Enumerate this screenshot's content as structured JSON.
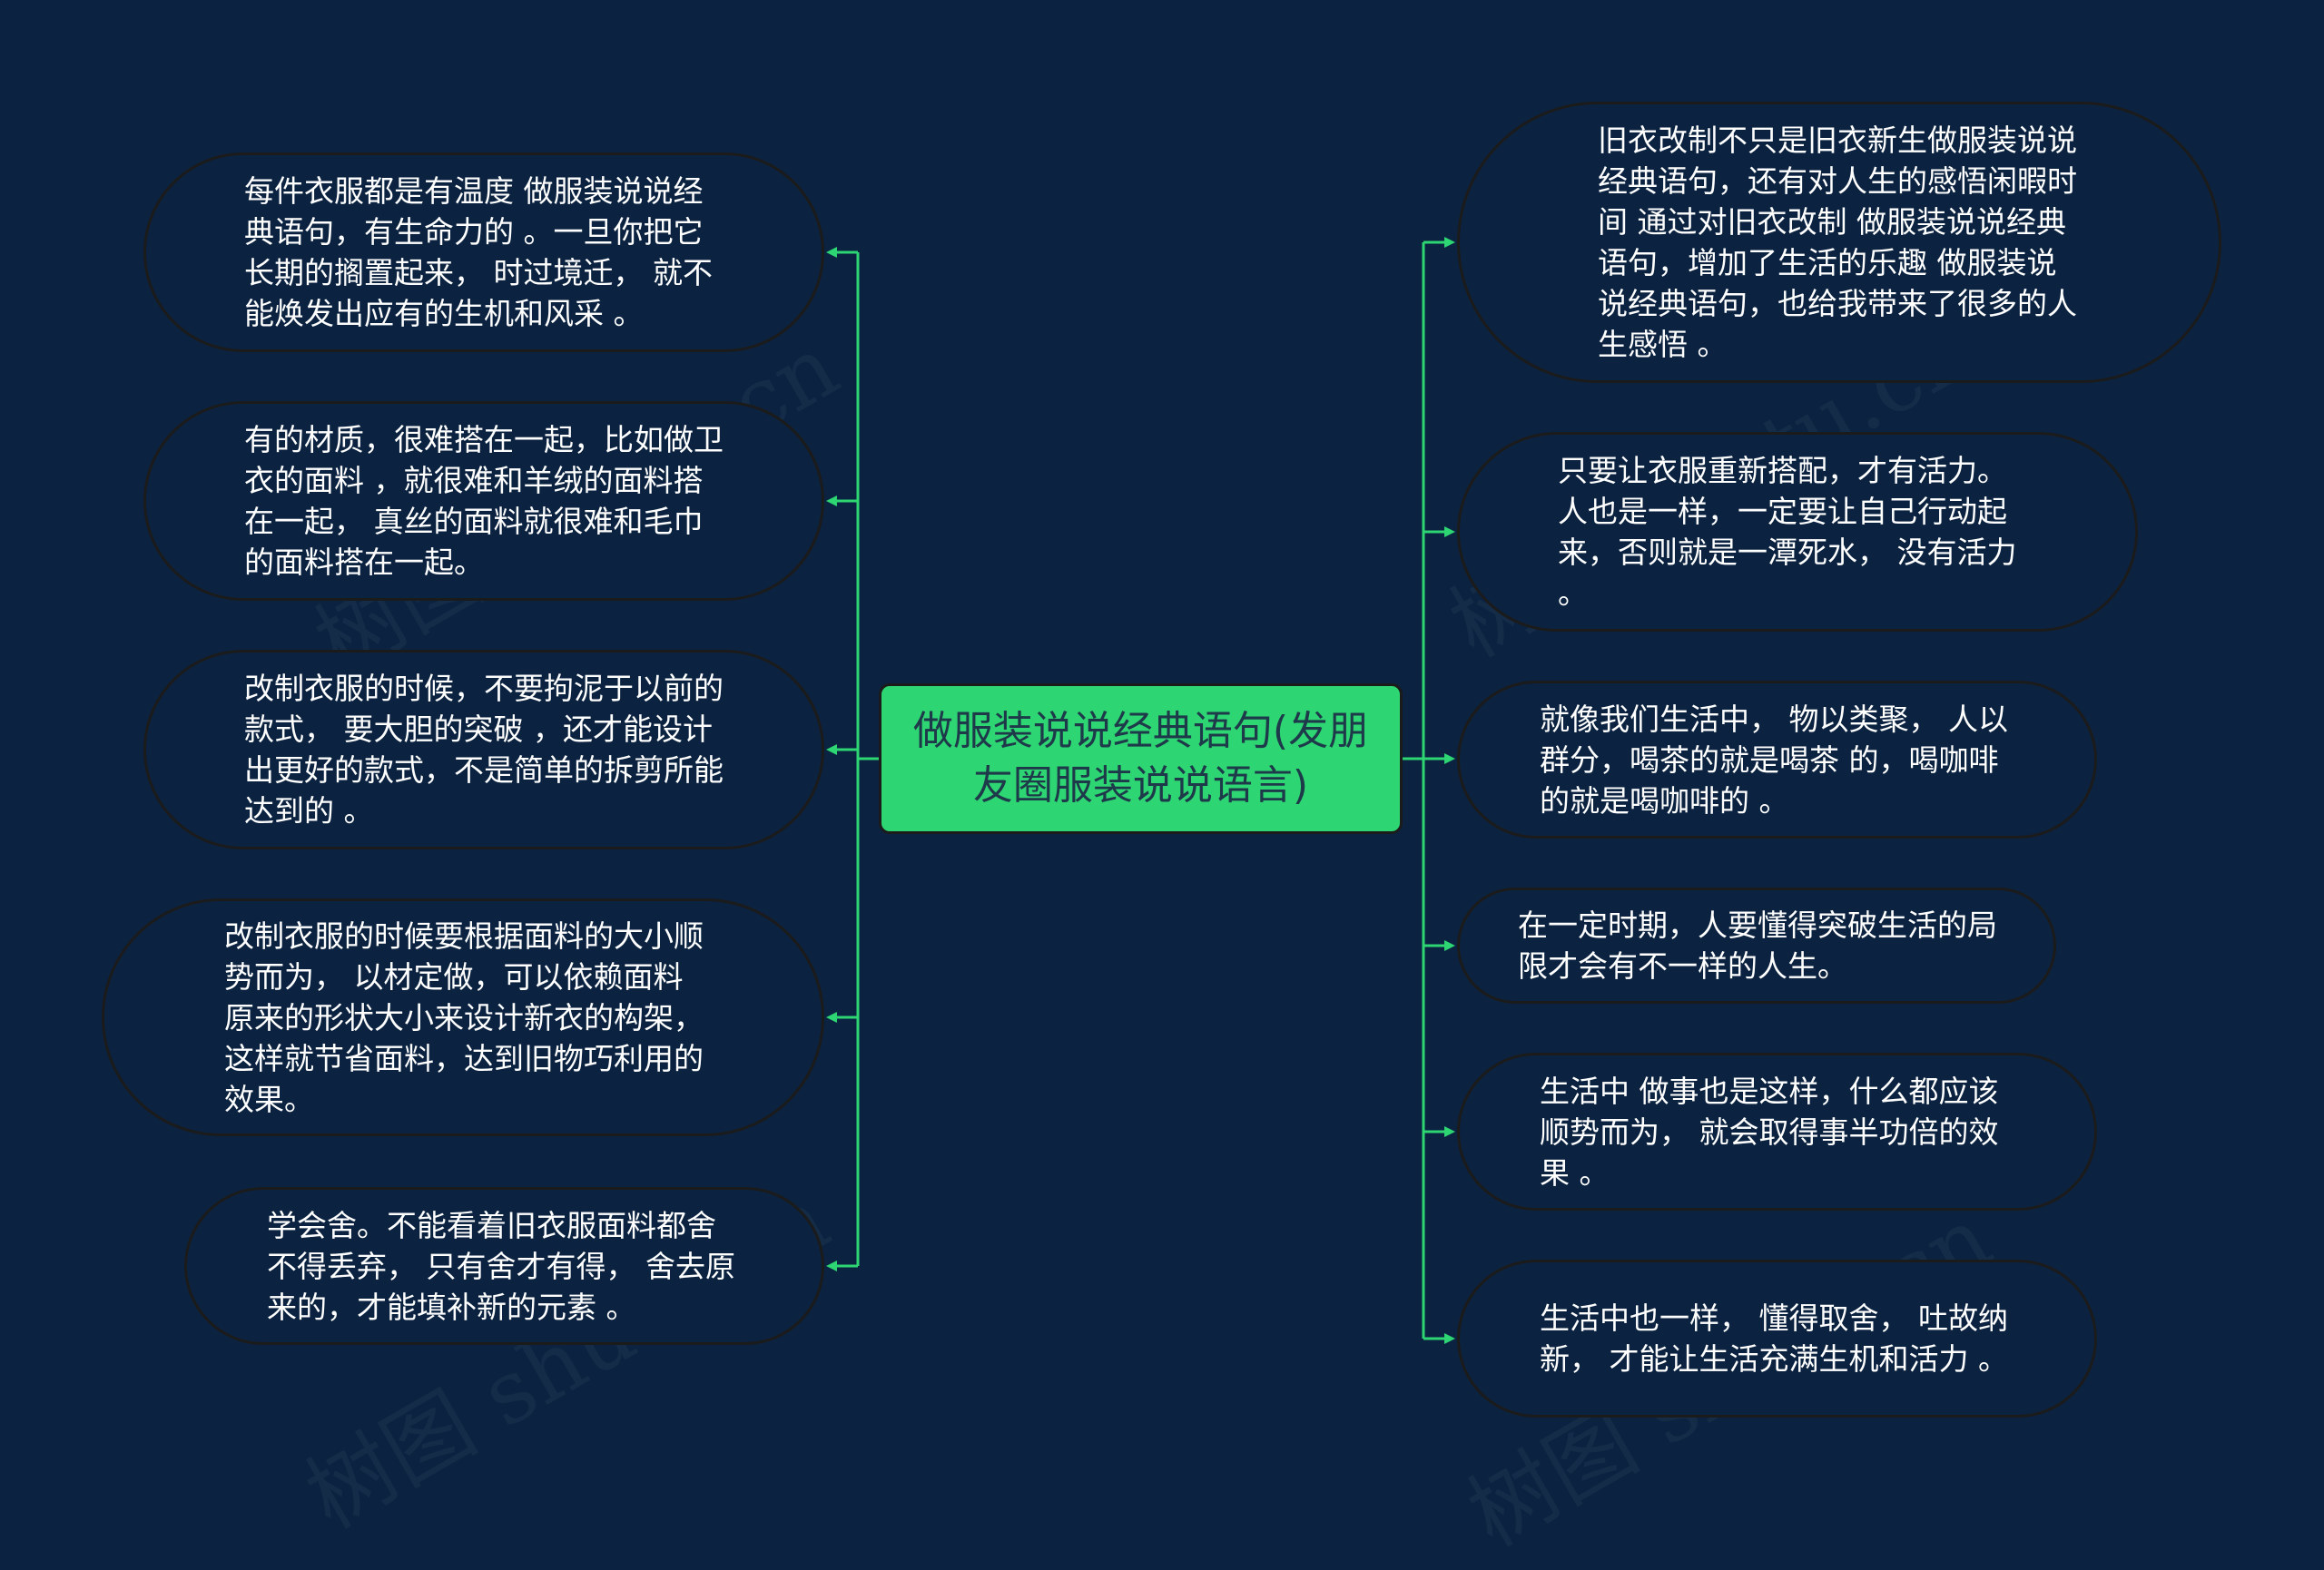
{
  "root": {
    "label": "做服装说说经典语句(发朋友圈服装说说语言)"
  },
  "left_nodes": [
    {
      "text": "每件衣服都是有温度 做服装说说经典语句，有生命力的 。一旦你把它长期的搁置起来， 时过境迁， 就不能焕发出应有的生机和风采 。"
    },
    {
      "text": "有的材质，很难搭在一起，比如做卫衣的面料 ，就很难和羊绒的面料搭在一起， 真丝的面料就很难和毛巾的面料搭在一起。"
    },
    {
      "text": "改制衣服的时候，不要拘泥于以前的款式， 要大胆的突破 ，还才能设计出更好的款式，不是简单的拆剪所能达到的 。"
    },
    {
      "text": "改制衣服的时候要根据面料的大小顺势而为， 以材定做，可以依赖面料原来的形状大小来设计新衣的构架，这样就节省面料，达到旧物巧利用的效果。"
    },
    {
      "text": "学会舍。不能看着旧衣服面料都舍不得丢弃， 只有舍才有得， 舍去原来的，才能填补新的元素 。"
    }
  ],
  "right_nodes": [
    {
      "text": "旧衣改制不只是旧衣新生做服装说说经典语句，还有对人生的感悟闲暇时间 通过对旧衣改制 做服装说说经典语句，增加了生活的乐趣 做服装说说经典语句，也给我带来了很多的人生感悟 。"
    },
    {
      "text": "只要让衣服重新搭配，才有活力。人也是一样，一定要让自己行动起来，否则就是一潭死水， 没有活力 。"
    },
    {
      "text": "就像我们生活中， 物以类聚， 人以群分，喝茶的就是喝茶 的，喝咖啡的就是喝咖啡的 。"
    },
    {
      "text": "在一定时期，人要懂得突破生活的局限才会有不一样的人生。"
    },
    {
      "text": "生活中 做事也是这样，什么都应该顺势而为， 就会取得事半功倍的效果 。"
    },
    {
      "text": "生活中也一样， 懂得取舍， 吐故纳新， 才能让生活充满生机和活力 。"
    }
  ],
  "watermark": "树图 shutu.cn",
  "colors": {
    "background": "#0b2340",
    "root_fill": "#2ed573",
    "connector": "#2ed573",
    "node_border": "#1b1b1b",
    "text": "#ffffff"
  }
}
